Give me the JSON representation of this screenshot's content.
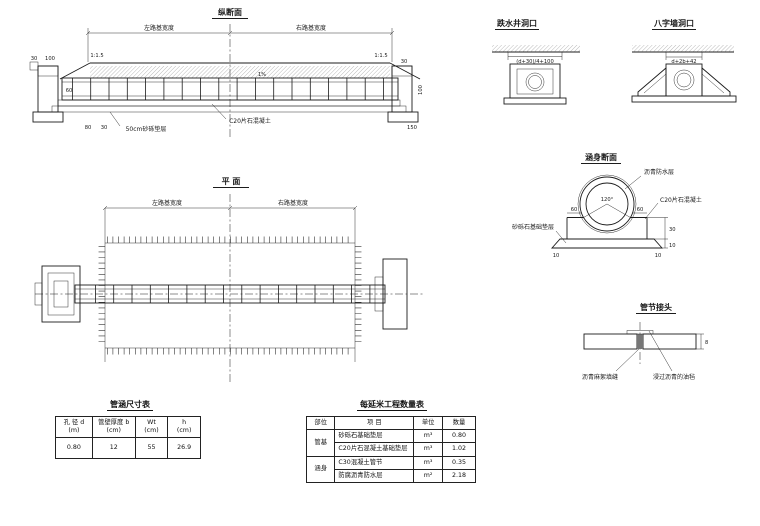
{
  "lon": {
    "title": "纵断面",
    "left_width": "左路基宽度",
    "right_width": "右路基宽度",
    "slope_left": "1:1.5",
    "slope_right": "1:1.5",
    "grade": "1%",
    "cushion_label": "50cm砂砾垫层",
    "concrete_label": "C20片石混凝土",
    "dim_30a": "30",
    "dim_100a": "100",
    "dim_60a": "60",
    "dim_80": "80",
    "dim_30b": "30",
    "dim_30c": "30",
    "dim_100b": "100",
    "dim_150": "150"
  },
  "plan": {
    "title": "平  面",
    "left_width": "左路基宽度",
    "right_width": "右路基宽度"
  },
  "drop_inlet": {
    "title": "跌水井洞口",
    "dim": "(d+30)/4+100"
  },
  "wing_wall": {
    "title": "八字墙洞口",
    "dim": "d+2b+42"
  },
  "body": {
    "title": "涵身断面",
    "waterproof_label": "沥青防水层",
    "concrete_label": "C20片石混凝土",
    "cushion_label": "砂砾石基础垫层",
    "angle": "120°",
    "dim_60l": "60",
    "dim_60r": "60",
    "dim_30": "30",
    "dim_10": "10",
    "dim_10l": "10",
    "dim_10r": "10"
  },
  "joint": {
    "title": "管节接头",
    "caulk_label": "沥青麻絮填缝",
    "felt_label": "浸过沥青的油毡",
    "dim_8": "8"
  },
  "size_table": {
    "title": "管涵尺寸表",
    "headers": [
      {
        "name": "孔 径 d",
        "unit": "(m)"
      },
      {
        "name": "管壁厚度 b",
        "unit": "(cm)"
      },
      {
        "name": "Wt",
        "unit": "(cm)"
      },
      {
        "name": "h",
        "unit": "(cm)"
      }
    ],
    "row": [
      "0.80",
      "12",
      "55",
      "26.9"
    ]
  },
  "qty_table": {
    "title": "每延米工程数量表",
    "headers": [
      "部位",
      "项  目",
      "单位",
      "数量"
    ],
    "groups": [
      {
        "part": "管基",
        "rows": [
          {
            "item": "砂砾石基础垫层",
            "unit": "m³",
            "qty": "0.80"
          },
          {
            "item": "C20片石混凝土基础垫层",
            "unit": "m³",
            "qty": "1.02"
          }
        ]
      },
      {
        "part": "涵身",
        "rows": [
          {
            "item": "C30混凝土管节",
            "unit": "m³",
            "qty": "0.35"
          },
          {
            "item": "防腐沥青防水层",
            "unit": "m²",
            "qty": "2.18"
          }
        ]
      }
    ]
  }
}
